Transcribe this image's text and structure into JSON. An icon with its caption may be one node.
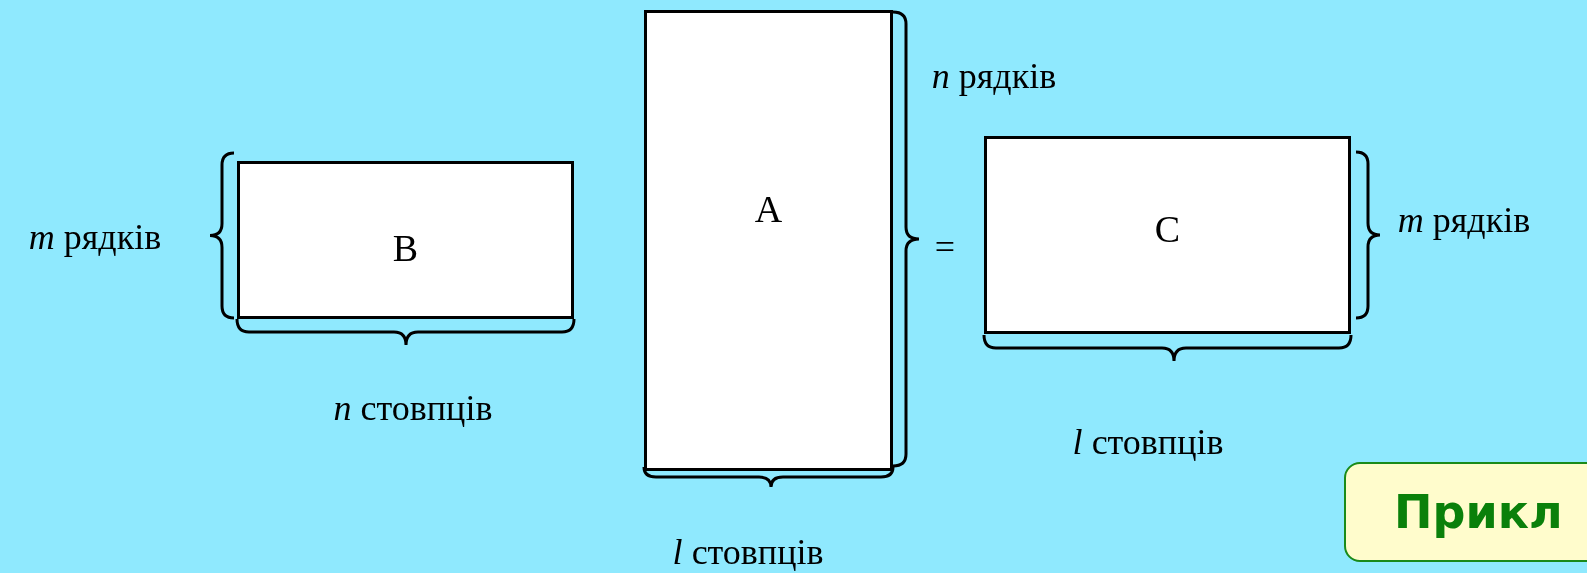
{
  "diagram": {
    "nodes": [
      {
        "text": [
          "B"
        ]
      },
      {
        "text": [
          "A"
        ]
      },
      {
        "text": [
          "C"
        ]
      },
      {
        "text": [
          "Прикл"
        ]
      }
    ],
    "labels": [
      "*n* рядків",
      "*m* рядків",
      "=",
      "*m* рядків",
      "*n* стовпців",
      "*l* стовпців",
      "*l* стовпців"
    ]
  }
}
